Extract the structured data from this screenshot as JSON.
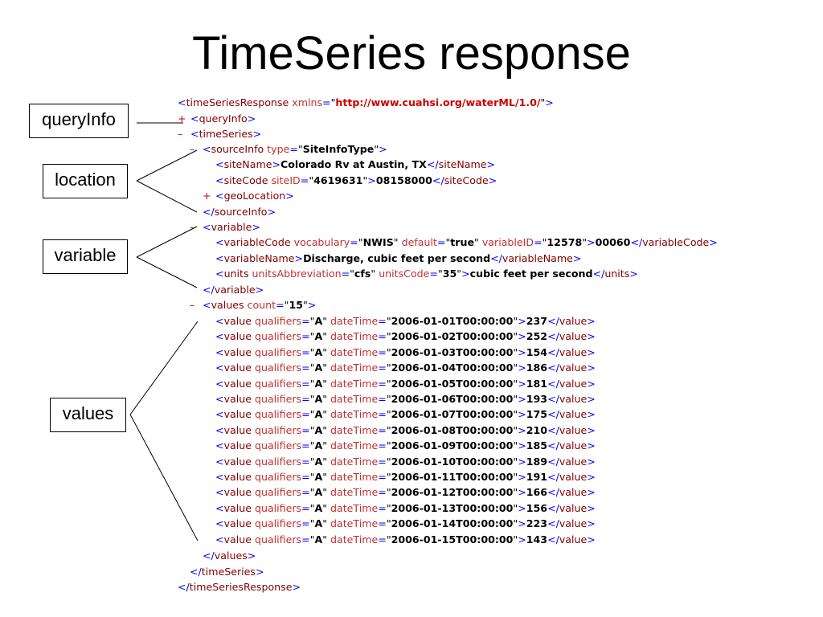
{
  "title": "TimeSeries response",
  "labels": {
    "queryinfo": "queryInfo",
    "location": "location",
    "variable": "variable",
    "values": "values"
  },
  "toggles": {
    "expand": "+",
    "collapse": "–"
  },
  "xml": {
    "root_tag": "timeSeriesResponse",
    "xmlns_attr": "xmlns",
    "xmlns_value": "http://www.cuahsi.org/waterML/1.0/",
    "queryinfo_tag": "queryInfo",
    "timeseries_tag": "timeSeries",
    "sourceinfo_tag": "sourceInfo",
    "sourceinfo_type_attr": "type",
    "sourceinfo_type_value": "SiteInfoType",
    "sitename_tag": "siteName",
    "sitename_text": "Colorado Rv at Austin, TX",
    "sitecode_tag": "siteCode",
    "siteid_attr": "siteID",
    "siteid_value": "4619631",
    "sitecode_text": "08158000",
    "geolocation_tag": "geoLocation",
    "variable_tag": "variable",
    "variablecode_tag": "variableCode",
    "vocabulary_attr": "vocabulary",
    "vocabulary_value": "NWIS",
    "default_attr": "default",
    "default_value": "true",
    "variableid_attr": "variableID",
    "variableid_value": "12578",
    "variablecode_text": "00060",
    "variablename_tag": "variableName",
    "variablename_text": "Discharge, cubic feet per second",
    "units_tag": "units",
    "unitsabbr_attr": "unitsAbbreviation",
    "unitsabbr_value": "cfs",
    "unitscode_attr": "unitsCode",
    "unitscode_value": "35",
    "units_text": "cubic feet per second",
    "values_tag": "values",
    "count_attr": "count",
    "count_value": "15",
    "value_tag": "value",
    "qualifiers_attr": "qualifiers",
    "datetime_attr": "dateTime",
    "values": [
      {
        "qualifiers": "A",
        "datetime": "2006-01-01T00:00:00",
        "value": "237"
      },
      {
        "qualifiers": "A",
        "datetime": "2006-01-02T00:00:00",
        "value": "252"
      },
      {
        "qualifiers": "A",
        "datetime": "2006-01-03T00:00:00",
        "value": "154"
      },
      {
        "qualifiers": "A",
        "datetime": "2006-01-04T00:00:00",
        "value": "186"
      },
      {
        "qualifiers": "A",
        "datetime": "2006-01-05T00:00:00",
        "value": "181"
      },
      {
        "qualifiers": "A",
        "datetime": "2006-01-06T00:00:00",
        "value": "193"
      },
      {
        "qualifiers": "A",
        "datetime": "2006-01-07T00:00:00",
        "value": "175"
      },
      {
        "qualifiers": "A",
        "datetime": "2006-01-08T00:00:00",
        "value": "210"
      },
      {
        "qualifiers": "A",
        "datetime": "2006-01-09T00:00:00",
        "value": "185"
      },
      {
        "qualifiers": "A",
        "datetime": "2006-01-10T00:00:00",
        "value": "189"
      },
      {
        "qualifiers": "A",
        "datetime": "2006-01-11T00:00:00",
        "value": "191"
      },
      {
        "qualifiers": "A",
        "datetime": "2006-01-12T00:00:00",
        "value": "166"
      },
      {
        "qualifiers": "A",
        "datetime": "2006-01-13T00:00:00",
        "value": "156"
      },
      {
        "qualifiers": "A",
        "datetime": "2006-01-14T00:00:00",
        "value": "223"
      },
      {
        "qualifiers": "A",
        "datetime": "2006-01-15T00:00:00",
        "value": "143"
      }
    ]
  }
}
